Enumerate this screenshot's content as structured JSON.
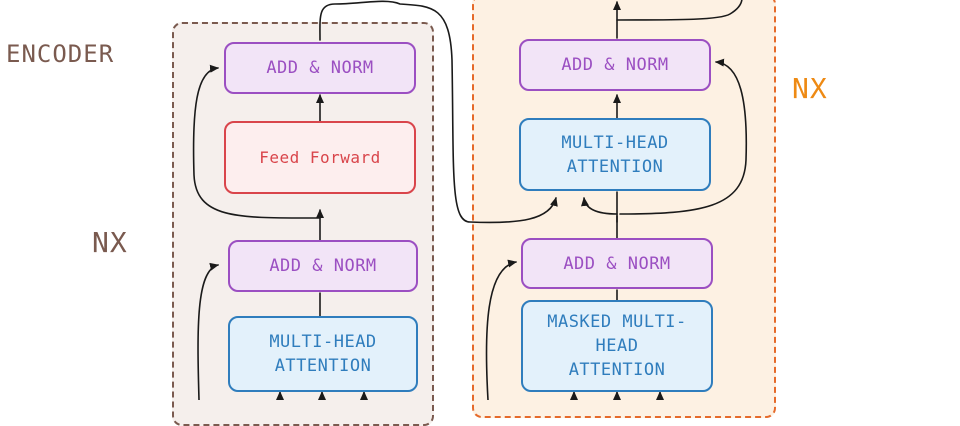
{
  "labels": {
    "encoder": "ENCODER",
    "encoder_repeat": "NX",
    "decoder_repeat": "NX"
  },
  "encoder": {
    "add_norm_top": "ADD & NORM",
    "feed_forward": "Feed Forward",
    "add_norm_bottom": "ADD & NORM",
    "attention": "MULTI-HEAD ATTENTION"
  },
  "decoder": {
    "add_norm_top": "ADD & NORM",
    "cross_attention": "MULTI-HEAD ATTENTION",
    "add_norm_bottom": "ADD & NORM",
    "masked_attention": "MASKED MULTI-HEAD ATTENTION"
  },
  "colors": {
    "encoder_label": "#7a5a4f",
    "decoder_repeat": "#ee8a14",
    "norm": "#9b4fc2",
    "attention": "#2f7dbd",
    "feed_forward": "#d9454b",
    "arrows": "#1a1a1a"
  }
}
